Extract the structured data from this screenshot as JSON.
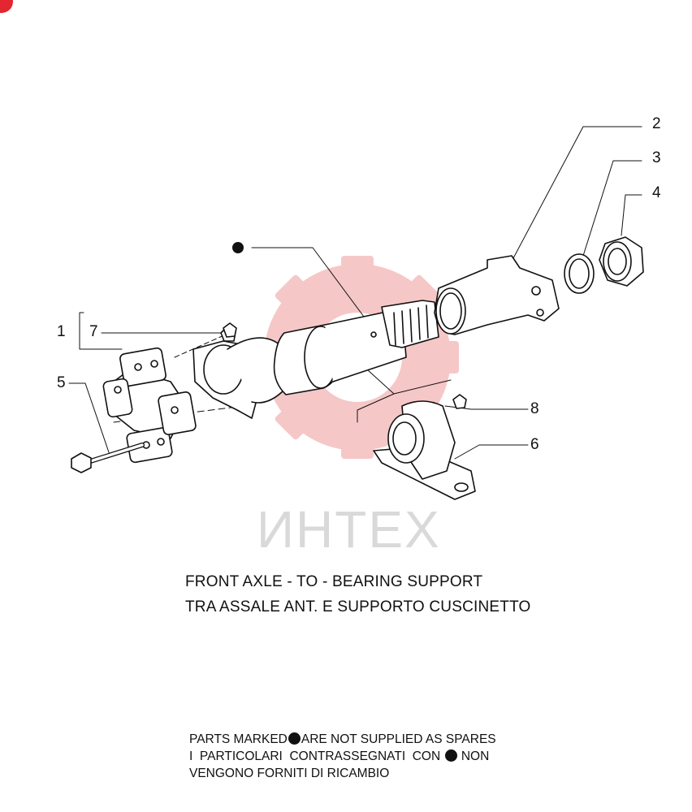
{
  "callouts": {
    "c1": "1",
    "c2": "2",
    "c3": "3",
    "c4": "4",
    "c5": "5",
    "c6": "6",
    "c7": "7",
    "c8": "8"
  },
  "watermark": "ИНТЕХ",
  "caption": {
    "english": "FRONT AXLE - TO - BEARING SUPPORT",
    "italian": "TRA ASSALE ANT. E SUPPORTO CUSCINETTO"
  },
  "notes": {
    "line1_before": "PARTS MARKED",
    "line1_after": "ARE NOT SUPPLIED AS SPARES",
    "line2_before": "I  PARTICOLARI  CONTRASSEGNATI  CON",
    "line2_after": "NON",
    "line3": "VENGONO FORNITI DI RICAMBIO"
  },
  "colors": {
    "watermark_red": "#f3b5b5",
    "watermark_gray": "#d9d9d9",
    "logo_red": "#e3262f"
  }
}
